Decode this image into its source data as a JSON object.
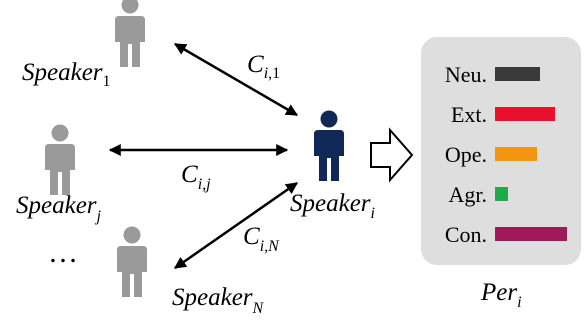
{
  "speakers": {
    "s1": {
      "name": "Speaker",
      "sub": "1"
    },
    "sj": {
      "name": "Speaker",
      "sub": "j"
    },
    "sN": {
      "name": "Speaker",
      "sub": "N"
    },
    "si": {
      "name": "Speaker",
      "sub": "i"
    },
    "ellipsis": "…"
  },
  "edges": {
    "e1": {
      "base": "C",
      "sub": "i,1"
    },
    "ej": {
      "base": "C",
      "sub": "i,j"
    },
    "eN": {
      "base": "C",
      "sub": "i,N"
    }
  },
  "personality": {
    "caption_base": "Per",
    "caption_sub": "i",
    "traits": [
      {
        "label": "Neu.",
        "value": 45,
        "color": "#3a3a3a"
      },
      {
        "label": "Ext.",
        "value": 60,
        "color": "#e8102a"
      },
      {
        "label": "Ope.",
        "value": 42,
        "color": "#f3960f"
      },
      {
        "label": "Agr.",
        "value": 13,
        "color": "#1faa4a"
      },
      {
        "label": "Con.",
        "value": 72,
        "color": "#a0195b"
      }
    ]
  },
  "colors": {
    "other_speaker": "#9a9a9a",
    "target_speaker": "#0f2857",
    "panel_bg": "#dedede"
  }
}
